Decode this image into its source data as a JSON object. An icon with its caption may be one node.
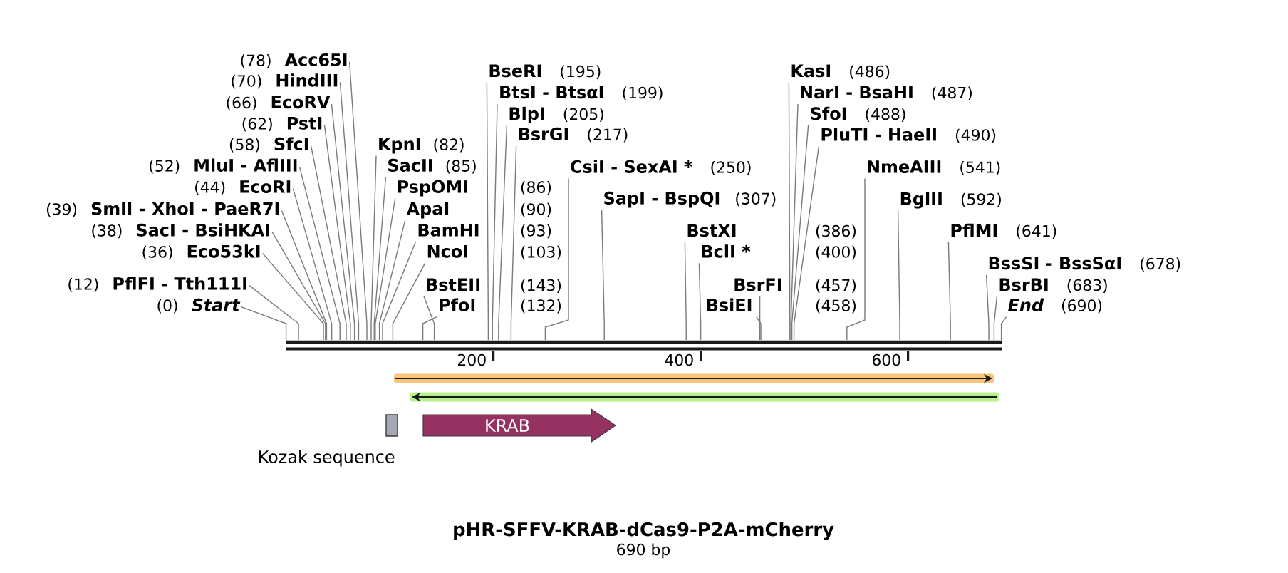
{
  "diagram": {
    "title": "pHR-SFFV-KRAB-dCas9-P2A-mCherry",
    "nodes": [
      {
        "text": [
          "(78)",
          "Acc65I"
        ]
      },
      {
        "text": [
          "(70)",
          "HindIII"
        ]
      },
      {
        "text": [
          "(66)",
          "EcoRV"
        ]
      },
      {
        "text": [
          "(62)",
          "PstI"
        ]
      },
      {
        "text": [
          "(58)",
          "SfcI"
        ]
      },
      {
        "text": [
          "(52)",
          "MluI - AflIII"
        ]
      },
      {
        "text": [
          "(44)",
          "EcoRI"
        ]
      },
      {
        "text": [
          "(39)",
          "SmlI - XhoI - PaeR7I"
        ]
      },
      {
        "text": [
          "(38)",
          "SacI - BsiHKAI"
        ]
      },
      {
        "text": [
          "(36)",
          "Eco53kI"
        ]
      },
      {
        "text": [
          "(12)",
          "PflFI - Tth111I"
        ]
      },
      {
        "text": [
          "(0)",
          "Start"
        ]
      },
      {
        "text": [
          "KpnI",
          "(82)"
        ]
      },
      {
        "text": [
          "SacII",
          "(85)"
        ]
      },
      {
        "text": [
          "PspOMI",
          "(86)"
        ]
      },
      {
        "text": [
          "ApaI",
          "(90)"
        ]
      },
      {
        "text": [
          "BamHI",
          "(93)"
        ]
      },
      {
        "text": [
          "NcoI",
          "(103)"
        ]
      },
      {
        "text": [
          "BstEII",
          "(143)"
        ]
      },
      {
        "text": [
          "PfoI",
          "(132)"
        ]
      },
      {
        "text": [
          "BseRI",
          "(195)"
        ]
      },
      {
        "text": [
          "BtsI - BtsαI",
          "(199)"
        ]
      },
      {
        "text": [
          "BlpI",
          "(205)"
        ]
      },
      {
        "text": [
          "BsrGI",
          "(217)"
        ]
      },
      {
        "text": [
          "CsiI - SexAI *",
          "(250)"
        ]
      },
      {
        "text": [
          "SapI - BspQI",
          "(307)"
        ]
      },
      {
        "text": [
          "BstXI",
          "(386)"
        ]
      },
      {
        "text": [
          "BclI *",
          "(400)"
        ]
      },
      {
        "text": [
          "BsrFI",
          "(457)"
        ]
      },
      {
        "text": [
          "BsiEI",
          "(458)"
        ]
      },
      {
        "text": [
          "KasI",
          "(486)"
        ]
      },
      {
        "text": [
          "NarI - BsaHI",
          "(487)"
        ]
      },
      {
        "text": [
          "SfoI",
          "(488)"
        ]
      },
      {
        "text": [
          "PluTI - HaeII",
          "(490)"
        ]
      },
      {
        "text": [
          "NmeAIII",
          "(541)"
        ]
      },
      {
        "text": [
          "BglII",
          "(592)"
        ]
      },
      {
        "text": [
          "PflMI",
          "(641)"
        ]
      },
      {
        "text": [
          "BssSI - BssSαI",
          "(678)"
        ]
      },
      {
        "text": [
          "BsrBI",
          "(683)"
        ]
      },
      {
        "text": [
          "End",
          "(690)"
        ]
      },
      {
        "text": [],
        "shape": "bar"
      },
      {
        "text": [],
        "shape": "arrow"
      },
      {
        "text": [],
        "shape": "arrow"
      },
      {
        "text": [
          "Kozak sequence"
        ]
      },
      {
        "text": [
          "KRAB"
        ]
      }
    ],
    "edges": [
      {
        "from": 0,
        "to": 40,
        "arrow": "none"
      },
      {
        "from": 1,
        "to": 40,
        "arrow": "none"
      },
      {
        "from": 2,
        "to": 40,
        "arrow": "none"
      },
      {
        "from": 3,
        "to": 40,
        "arrow": "none"
      },
      {
        "from": 4,
        "to": 40,
        "arrow": "none"
      },
      {
        "from": 5,
        "to": 40,
        "arrow": "none"
      },
      {
        "from": 6,
        "to": 40,
        "arrow": "none"
      },
      {
        "from": 7,
        "to": 40,
        "arrow": "none"
      },
      {
        "from": 8,
        "to": 40,
        "arrow": "none"
      },
      {
        "from": 9,
        "to": 40,
        "arrow": "none"
      },
      {
        "from": 10,
        "to": 40,
        "arrow": "none"
      },
      {
        "from": 11,
        "to": 40,
        "arrow": "none"
      },
      {
        "from": 12,
        "to": 40,
        "arrow": "none"
      },
      {
        "from": 13,
        "to": 40,
        "arrow": "none"
      },
      {
        "from": 14,
        "to": 40,
        "arrow": "none"
      },
      {
        "from": 15,
        "to": 40,
        "arrow": "none"
      },
      {
        "from": 16,
        "to": 40,
        "arrow": "none"
      },
      {
        "from": 17,
        "to": 40,
        "arrow": "none"
      },
      {
        "from": 18,
        "to": 40,
        "arrow": "none"
      },
      {
        "from": 19,
        "to": 40,
        "arrow": "none"
      },
      {
        "from": 20,
        "to": 40,
        "arrow": "none"
      },
      {
        "from": 21,
        "to": 40,
        "arrow": "none"
      },
      {
        "from": 22,
        "to": 40,
        "arrow": "none"
      },
      {
        "from": 23,
        "to": 40,
        "arrow": "none"
      },
      {
        "from": 24,
        "to": 40,
        "arrow": "none"
      },
      {
        "from": 25,
        "to": 40,
        "arrow": "none"
      },
      {
        "from": 26,
        "to": 40,
        "arrow": "none"
      },
      {
        "from": 27,
        "to": 40,
        "arrow": "none"
      },
      {
        "from": 28,
        "to": 40,
        "arrow": "none"
      },
      {
        "from": 29,
        "to": 40,
        "arrow": "none"
      },
      {
        "from": 30,
        "to": 40,
        "arrow": "none"
      },
      {
        "from": 31,
        "to": 40,
        "arrow": "none"
      },
      {
        "from": 32,
        "to": 40,
        "arrow": "none"
      },
      {
        "from": 33,
        "to": 40,
        "arrow": "none"
      },
      {
        "from": 34,
        "to": 40,
        "arrow": "none"
      },
      {
        "from": 35,
        "to": 40,
        "arrow": "none"
      },
      {
        "from": 36,
        "to": 40,
        "arrow": "none"
      },
      {
        "from": 37,
        "to": 40,
        "arrow": "none"
      },
      {
        "from": 38,
        "to": 40,
        "arrow": "none"
      },
      {
        "from": 39,
        "to": 40,
        "arrow": "none"
      }
    ],
    "labels": [
      "200",
      "400",
      "600",
      "690 bp"
    ]
  }
}
